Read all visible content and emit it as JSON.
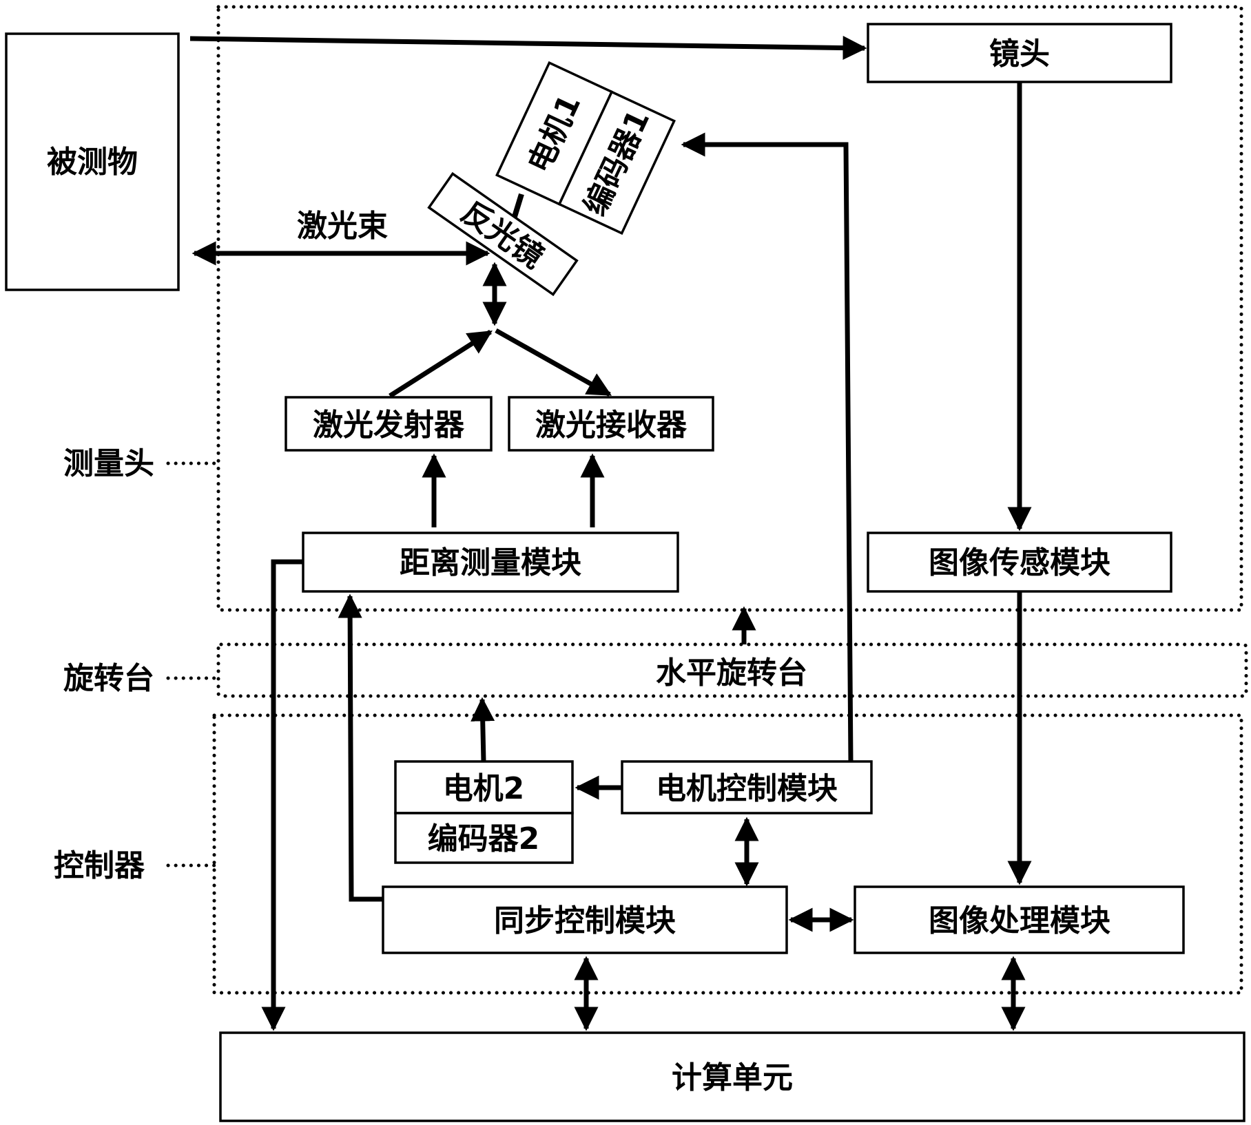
{
  "diagram": {
    "side_labels": {
      "measure_head": "测量头",
      "rotation_stage": "旋转台",
      "controller": "控制器"
    },
    "blocks": {
      "object": "被测物",
      "lens": "镜头",
      "motor1": "电机1",
      "encoder1": "编码器1",
      "mirror": "反光镜",
      "laser_beam": "激光束",
      "laser_emitter": "激光发射器",
      "laser_receiver": "激光接收器",
      "distance_module": "距离测量模块",
      "image_sensor_module": "图像传感模块",
      "horizontal_rotation_stage": "水平旋转台",
      "motor2": "电机2",
      "encoder2": "编码器2",
      "motor_control_module": "电机控制模块",
      "sync_control_module": "同步控制模块",
      "image_processing_module": "图像处理模块",
      "compute_unit": "计算单元"
    },
    "connections": [
      {
        "from": "被测物",
        "to": "镜头",
        "type": "arrow"
      },
      {
        "from": "被测物",
        "to": "反光镜",
        "type": "bidirectional",
        "label": "激光束"
      },
      {
        "from": "反光镜",
        "to": "激光发射器/激光接收器",
        "type": "bidirectional"
      },
      {
        "from": "激光发射器",
        "to": "反光镜",
        "type": "arrow"
      },
      {
        "from": "反光镜",
        "to": "激光接收器",
        "type": "arrow"
      },
      {
        "from": "距离测量模块",
        "to": "激光发射器",
        "type": "arrow"
      },
      {
        "from": "距离测量模块",
        "to": "激光接收器",
        "type": "arrow"
      },
      {
        "from": "镜头",
        "to": "图像传感模块",
        "type": "arrow"
      },
      {
        "from": "图像传感模块",
        "to": "图像处理模块",
        "type": "arrow"
      },
      {
        "from": "电机控制模块",
        "to": "电机1",
        "type": "arrow"
      },
      {
        "from": "电机控制模块",
        "to": "电机2",
        "type": "arrow"
      },
      {
        "from": "电机2",
        "to": "水平旋转台",
        "type": "arrow"
      },
      {
        "from": "水平旋转台",
        "to": "测量头",
        "type": "arrow"
      },
      {
        "from": "电机控制模块",
        "to": "同步控制模块",
        "type": "bidirectional"
      },
      {
        "from": "同步控制模块",
        "to": "图像处理模块",
        "type": "bidirectional"
      },
      {
        "from": "同步控制模块",
        "to": "距离测量模块",
        "type": "arrow"
      },
      {
        "from": "距离测量模块",
        "to": "计算单元",
        "type": "arrow"
      },
      {
        "from": "同步控制模块",
        "to": "计算单元",
        "type": "bidirectional"
      },
      {
        "from": "图像处理模块",
        "to": "计算单元",
        "type": "bidirectional"
      }
    ]
  }
}
